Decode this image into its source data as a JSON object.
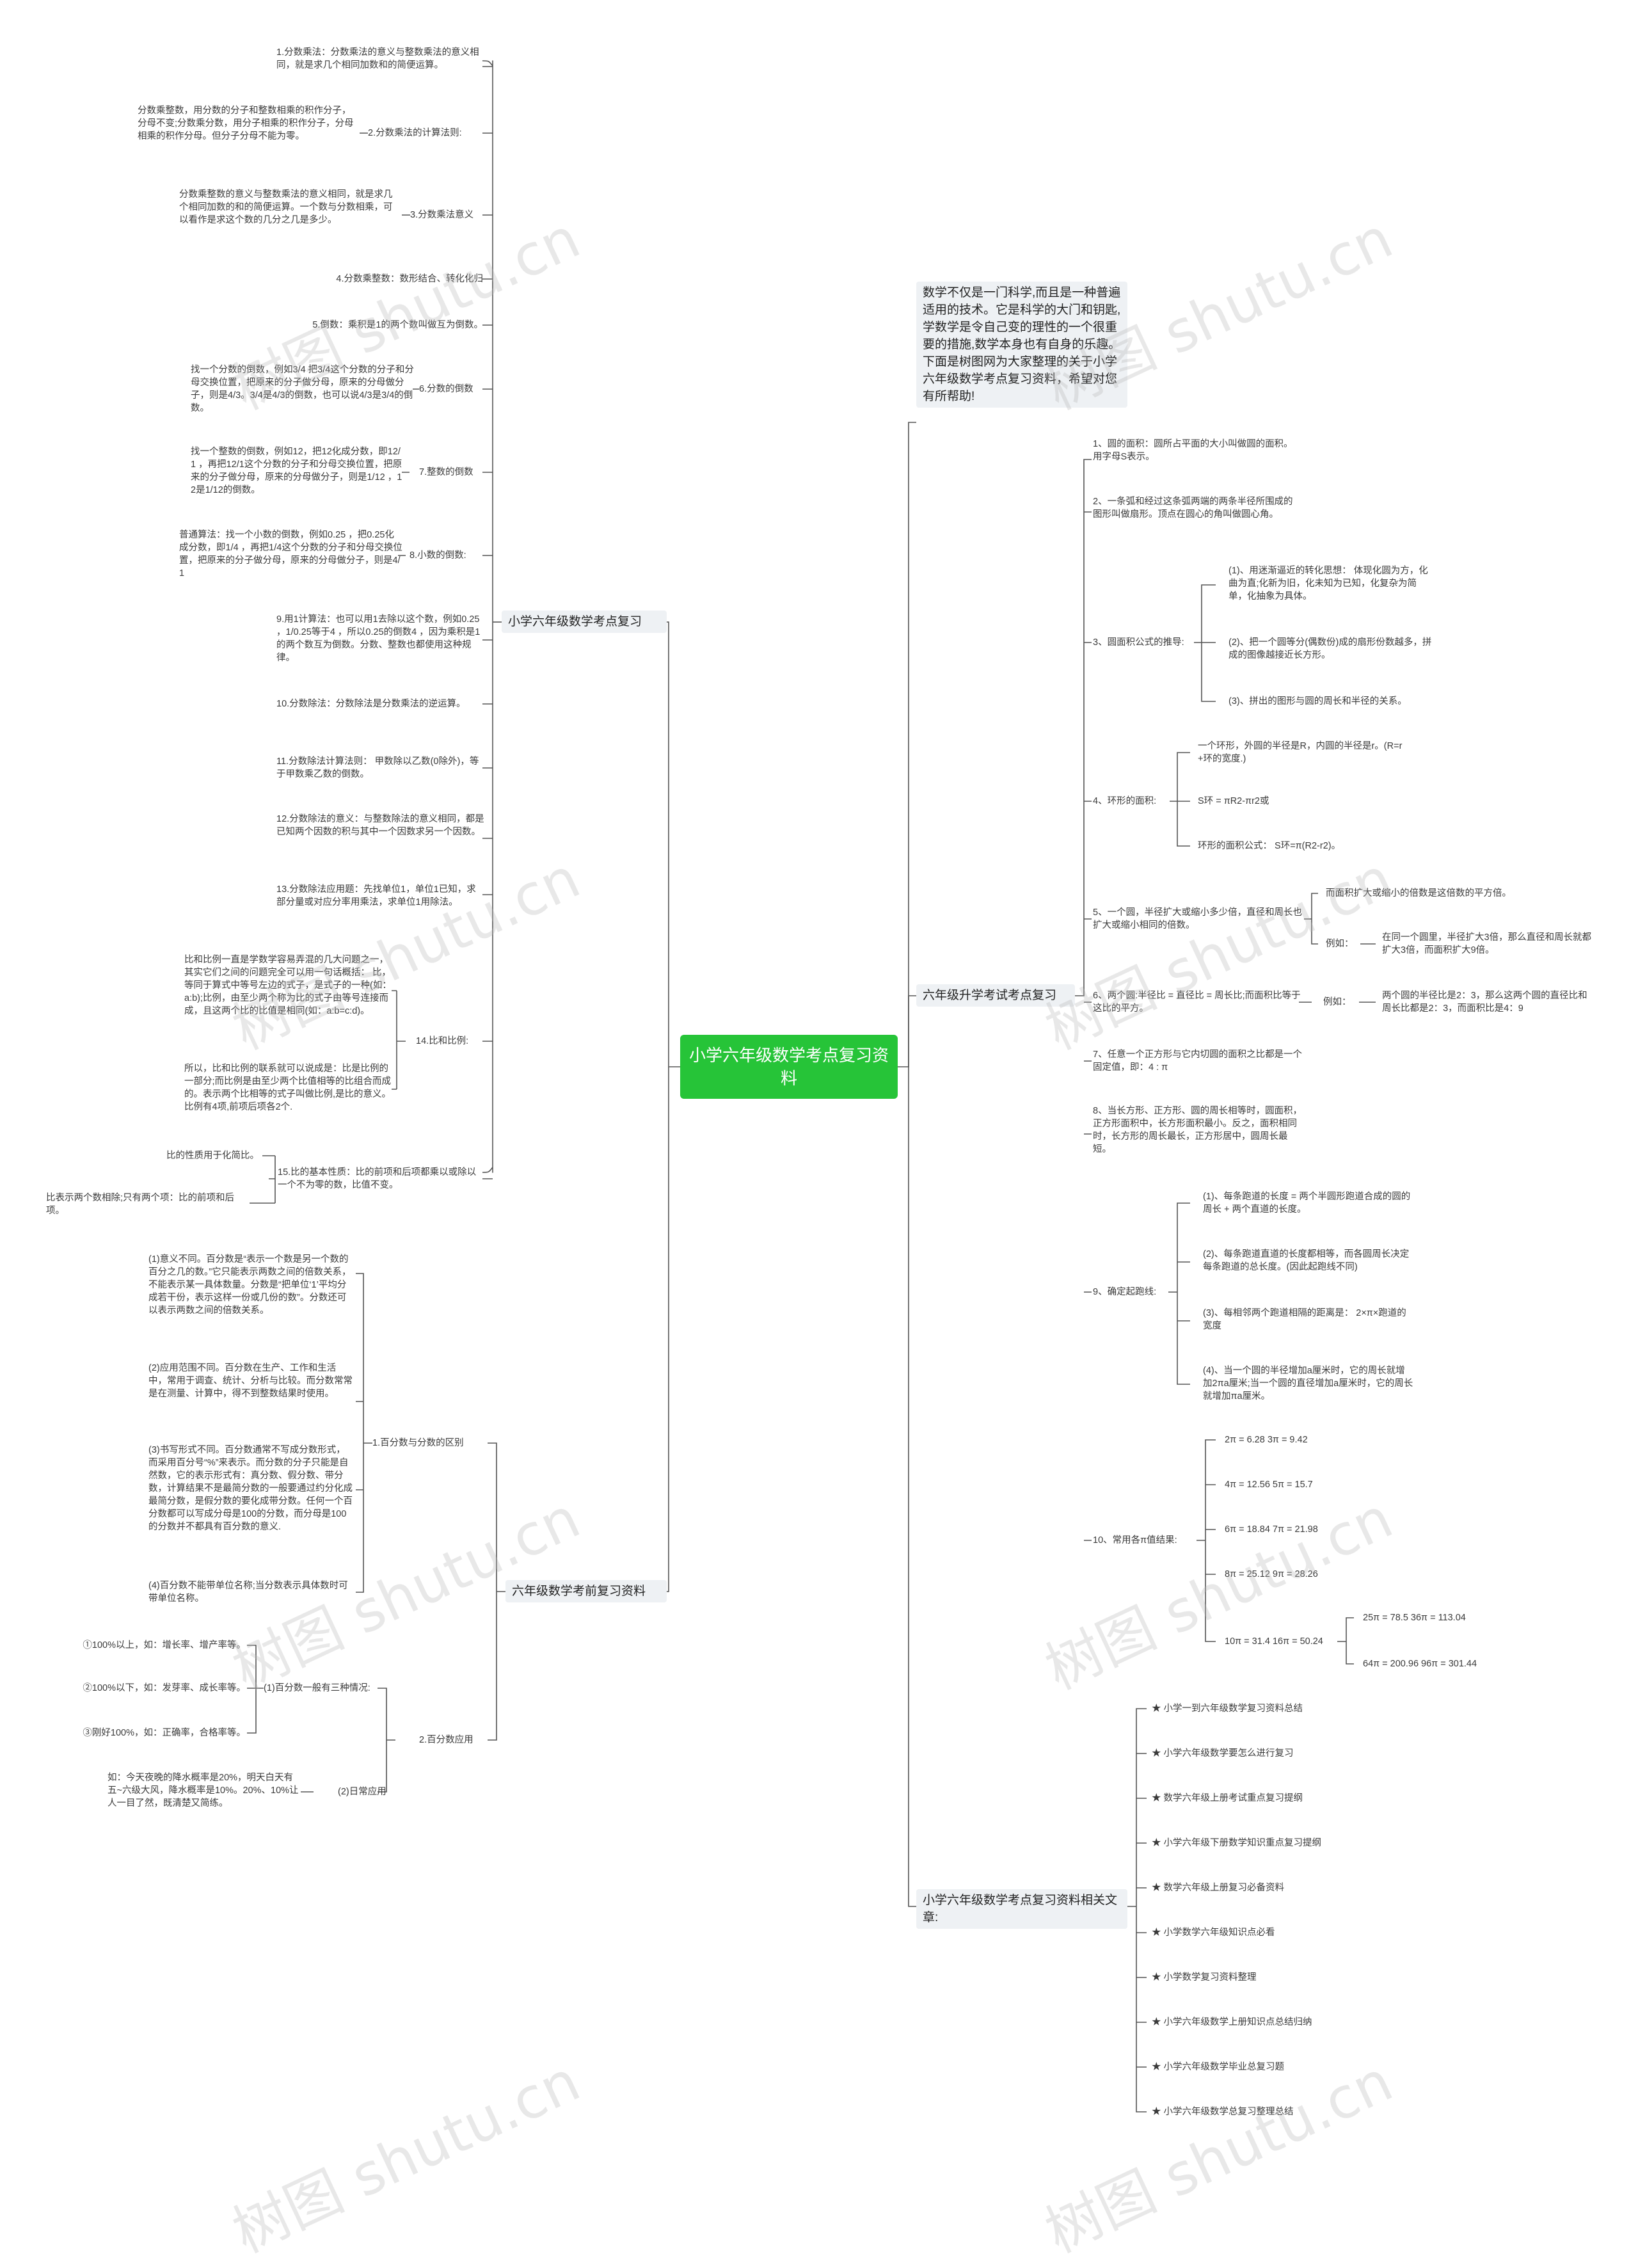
{
  "root": "小学六年级数学考点复习资料",
  "branches": {
    "b1": "小学六年级数学考点复习",
    "b2": "六年级数学考前复习资料",
    "b3": "数学不仅是一门科学,而且是一种普遍适用的技术。它是科学的大门和钥匙,学数学是令自己变的理性的一个很重要的措施,数学本身也有自身的乐趣。下面是树图网为大家整理的关于小学六年级数学考点复习资料，希望对您有所帮助!",
    "b4": "六年级升学考试考点复习",
    "b5": "小学六年级数学考点复习资料相关文章:"
  },
  "b1_items": {
    "k1": "1.分数乘法：分数乘法的意义与整数乘法的意义相同，就是求几个相同加数和的简便运算。",
    "k2": "2.分数乘法的计算法则:",
    "k2d": "分数乘整数，用分数的分子和整数相乘的积作分子，分母不变;分数乘分数，用分子相乘的积作分子，分母相乘的积作分母。但分子分母不能为零。",
    "k3": "3.分数乘法意义",
    "k3d": "分数乘整数的意义与整数乘法的意义相同，就是求几个相同加数的和的简便运算。一个数与分数相乘，可以看作是求这个数的几分之几是多少。",
    "k4": "4.分数乘整数：数形结合、转化化归",
    "k5": "5.倒数：乘积是1的两个数叫做互为倒数。",
    "k6": "6.分数的倒数",
    "k6d": "找一个分数的倒数，例如3/4 把3/4这个分数的分子和分母交换位置，把原来的分子做分母，原来的分母做分子，则是4/3。3/4是4/3的倒数，也可以说4/3是3/4的倒数。",
    "k7": "7.整数的倒数",
    "k7d": "找一个整数的倒数，例如12，把12化成分数，即12/1 ，再把12/1这个分数的分子和分母交换位置，把原来的分子做分母，原来的分母做分子，则是1/12 ，12是1/12的倒数。",
    "k8": "8.小数的倒数:",
    "k8d": "普通算法：找一个小数的倒数，例如0.25 ，把0.25化成分数，即1/4 ，再把1/4这个分数的分子和分母交换位置，把原来的分子做分母，原来的分母做分子，则是4/1",
    "k9": "9.用1计算法：也可以用1去除以这个数，例如0.25 ，1/0.25等于4 ，所以0.25的倒数4 ，因为乘积是1的两个数互为倒数。分数、整数也都使用这种规律。",
    "k10": "10.分数除法：分数除法是分数乘法的逆运算。",
    "k11": "11.分数除法计算法则： 甲数除以乙数(0除外)，等于甲数乘乙数的倒数。",
    "k12": "12.分数除法的意义：与整数除法的意义相同，都是已知两个因数的积与其中一个因数求另一个因数。",
    "k13": "13.分数除法应用题：先找单位1，单位1已知，求部分量或对应分率用乘法，求单位1用除法。",
    "k14": "14.比和比例:",
    "k14a": "比和比例一直是学数学容易弄混的几大问题之一，其实它们之间的问题完全可以用一句话概括： 比，等同于算式中等号左边的式子，是式子的一种(如：a:b);比例，由至少两个称为比的式子由等号连接而成，且这两个比的比值是相同(如：a:b=c:d)。",
    "k14b": "所以，比和比例的联系就可以说成是：比是比例的一部分;而比例是由至少两个比值相等的比组合而成的。表示两个比相等的式子叫做比例,是比的意义。比例有4项,前项后项各2个.",
    "k15": "15.比的基本性质：比的前项和后项都乘以或除以一个不为零的数，比值不变。",
    "k15a": "比的性质用于化简比。",
    "k15b": "比表示两个数相除;只有两个项：比的前项和后项。"
  },
  "b2_items": {
    "c1": "1.百分数与分数的区别",
    "c1a": "(1)意义不同。百分数是“表示一个数是另一个数的百分之几的数。”它只能表示两数之间的倍数关系，不能表示某一具体数量。分数是“把单位‘1’平均分成若干份，表示这样一份或几份的数”。分数还可以表示两数之间的倍数关系。",
    "c1b": "(2)应用范围不同。百分数在生产、工作和生活中，常用于调查、统计、分析与比较。而分数常常是在测量、计算中，得不到整数结果时使用。",
    "c1c": "(3)书写形式不同。百分数通常不写成分数形式，而采用百分号“%”来表示。而分数的分子只能是自然数，它的表示形式有：真分数、假分数、带分数，计算结果不是最简分数的一般要通过约分化成最简分数，是假分数的要化成带分数。任何一个百分数都可以写成分母是100的分数，而分母是100的分数并不都具有百分数的意义.",
    "c1d": "(4)百分数不能带单位名称;当分数表示具体数时可带单位名称。",
    "c2": "2.百分数应用",
    "c2a": "(1)百分数一般有三种情况:",
    "c2a1": "①100%以上，如：增长率、增产率等。",
    "c2a2": "②100%以下，如：发芽率、成长率等。",
    "c2a3": "③刚好100%，如：正确率，合格率等。",
    "c2b": "(2)日常应用",
    "c2bd": "如：今天夜晚的降水概率是20%，明天白天有五~六级大风，降水概率是10%。20%、10%让人一目了然，既清楚又简练。"
  },
  "b4_items": {
    "s1": "1、圆的面积：圆所占平面的大小叫做圆的面积。 用字母S表示。",
    "s2": "2、一条弧和经过这条弧两端的两条半径所围成的图形叫做扇形。顶点在圆心的角叫做圆心角。",
    "s3": "3、圆面积公式的推导:",
    "s3a": "(1)、用迷渐逼近的转化思想： 体现化圆为方，化曲为直;化新为旧，化未知为已知，化复杂为简单，化抽象为具体。",
    "s3b": "(2)、把一个圆等分(偶数份)成的扇形份数越多，拼成的图像越接近长方形。",
    "s3c": "(3)、拼出的图形与圆的周长和半径的关系。",
    "s4": "4、环形的面积:",
    "s4a": "一个环形，外圆的半径是R，内圆的半径是r。(R=r+环的宽度.)",
    "s4b": "S环 = πR2-πr2或",
    "s4c": "环形的面积公式： S环=π(R2-r2)。",
    "s5": "5、一个圆，半径扩大或缩小多少倍，直径和周长也扩大或缩小相同的倍数。",
    "s5a": "而面积扩大或缩小的倍数是这倍数的平方倍。",
    "s5b": "例如：",
    "s5bd": "在同一个圆里，半径扩大3倍，那么直径和周长就都扩大3倍，而面积扩大9倍。",
    "s6": "6、两个圆:半径比 = 直径比 = 周长比;而面积比等于这比的平方。",
    "s6a": "例如：",
    "s6ad": "两个圆的半径比是2：3，那么这两个圆的直径比和周长比都是2：3，而面积比是4：9",
    "s7": "7、任意一个正方形与它内切圆的面积之比都是一个固定值，即：4 : π",
    "s8": "8、当长方形、正方形、圆的周长相等时，圆面积，正方形面积中，长方形面积最小。反之，面积相同时，长方形的周长最长，正方形居中，圆周长最短。",
    "s9": "9、确定起跑线:",
    "s9a": "(1)、每条跑道的长度 = 两个半圆形跑道合成的圆的周长 + 两个直道的长度。",
    "s9b": "(2)、每条跑道直道的长度都相等，而各圆周长决定每条跑道的总长度。(因此起跑线不同)",
    "s9c": "(3)、每相邻两个跑道相隔的距离是： 2×π×跑道的宽度",
    "s9d": "(4)、当一个圆的半径增加a厘米时，它的周长就增加2πa厘米;当一个圆的直径增加a厘米时，它的周长就增加πa厘米。",
    "s10": "10、常用各π值结果:",
    "s10a": "2π = 6.28 3π = 9.42",
    "s10b": "4π = 12.56 5π = 15.7",
    "s10c": "6π = 18.84 7π = 21.98",
    "s10d": "8π = 25.12 9π = 28.26",
    "s10e": "10π = 31.4 16π = 50.24",
    "s10e1": "25π = 78.5 36π = 113.04",
    "s10e2": "64π = 200.96 96π = 301.44"
  },
  "b5_items": [
    "★ 小学一到六年级数学复习资料总结",
    "★ 小学六年级数学要怎么进行复习",
    "★ 数学六年级上册考试重点复习提纲",
    "★ 小学六年级下册数学知识重点复习提纲",
    "★ 数学六年级上册复习必备资料",
    "★ 小学数学六年级知识点必看",
    "★ 小学数学复习资料整理",
    "★ 小学六年级数学上册知识点总结归纳",
    "★ 小学六年级数学毕业总复习题",
    "★ 小学六年级数学总复习整理总结"
  ],
  "watermark": "树图 shutu.cn",
  "colors": {
    "root": "#26c438",
    "line": "#555555",
    "branch_bg": "#eef1f4"
  }
}
